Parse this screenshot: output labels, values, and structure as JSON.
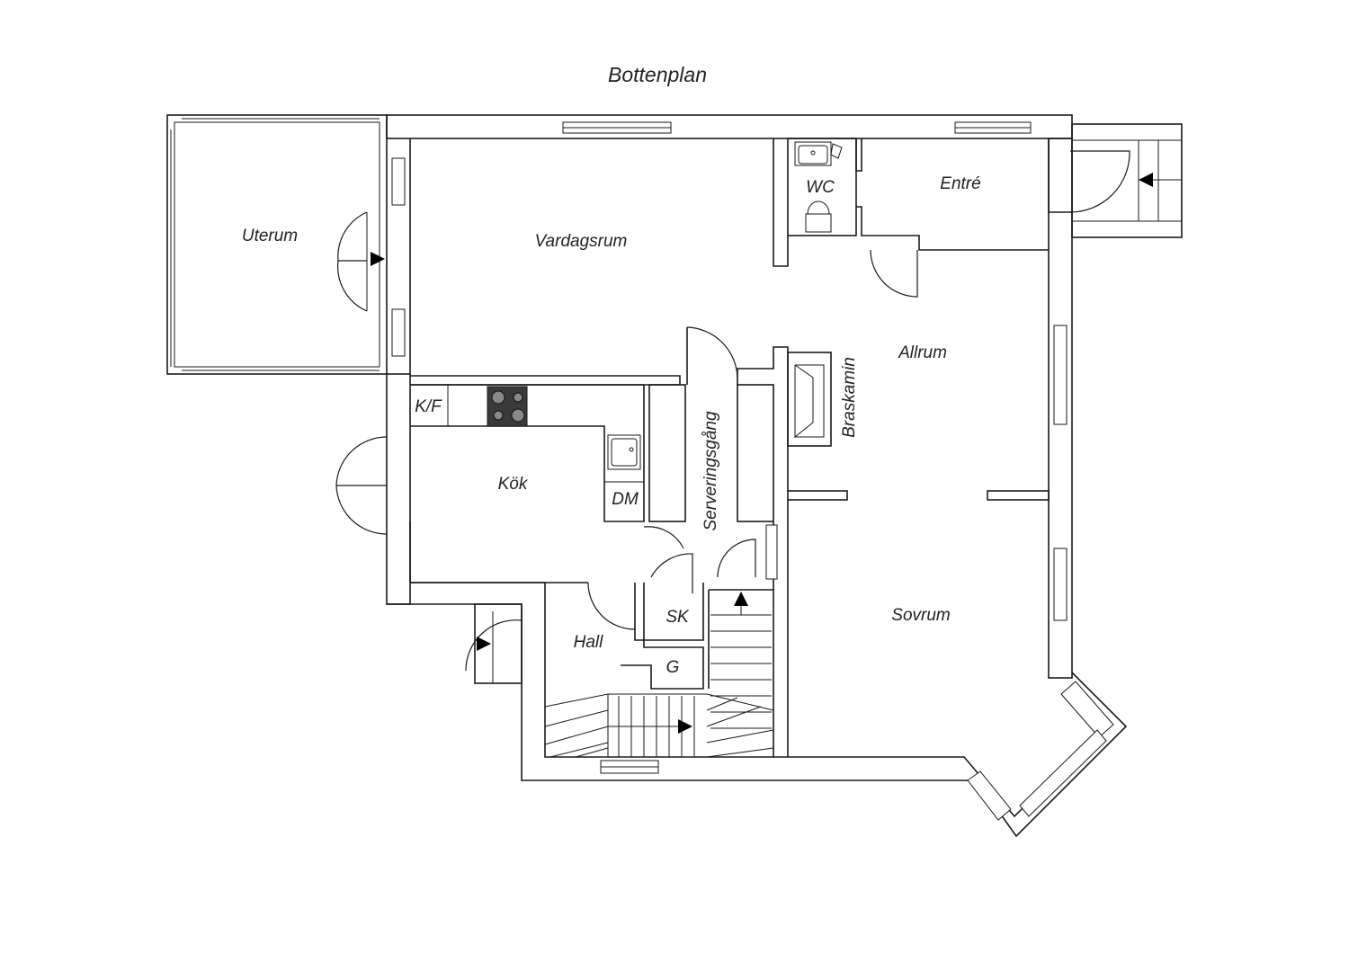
{
  "title": "Bottenplan",
  "rooms": {
    "uterum": "Uterum",
    "vardagsrum": "Vardagsrum",
    "wc": "WC",
    "entre": "Entré",
    "allrum": "Allrum",
    "braskamin": "Braskamin",
    "serveringsgang": "Serveringsgång",
    "kf": "K/F",
    "kok": "Kök",
    "dm": "DM",
    "sk": "SK",
    "hall": "Hall",
    "g": "G",
    "sovrum": "Sovrum"
  },
  "colors": {
    "line": "#1a1a1a",
    "background": "#ffffff",
    "stove": "#3a3a3a"
  }
}
